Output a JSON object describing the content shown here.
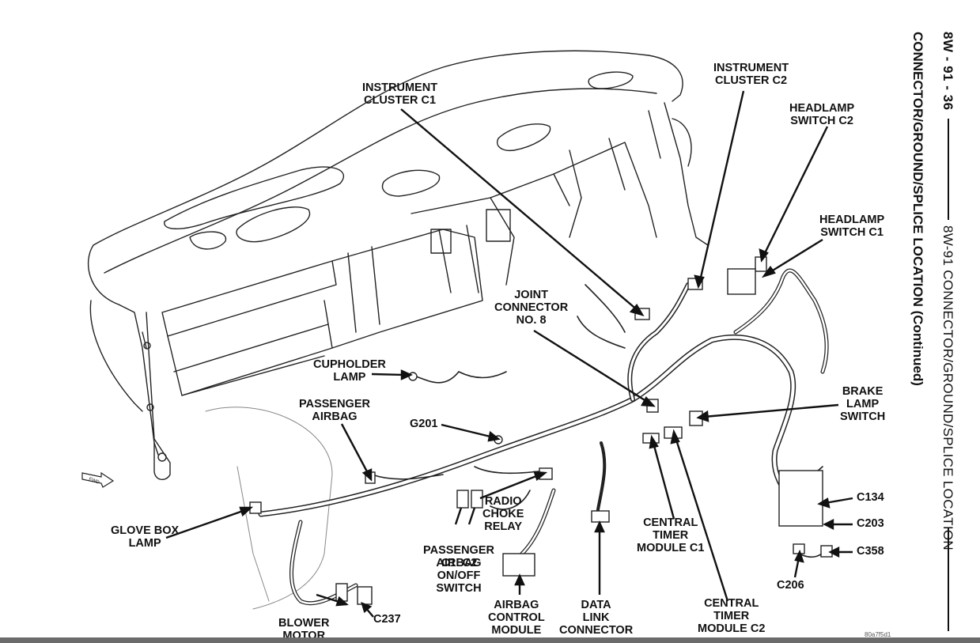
{
  "header": {
    "page_ref": "8W - 91 - 36",
    "section_title": "8W-91 CONNECTOR/GROUND/SPLICE LOCATION",
    "subtitle": "CONNECTOR/GROUND/SPLICE LOCATION (Continued)"
  },
  "figure_id": "80a7f5d1",
  "fwd_label": "FWD",
  "labels": {
    "instrument_cluster_c1": [
      "INSTRUMENT",
      "CLUSTER C1"
    ],
    "instrument_cluster_c2": [
      "INSTRUMENT",
      "CLUSTER C2"
    ],
    "headlamp_switch_c2": [
      "HEADLAMP",
      "SWITCH C2"
    ],
    "headlamp_switch_c1": [
      "HEADLAMP",
      "SWITCH C1"
    ],
    "joint_connector_8": [
      "JOINT",
      "CONNECTOR",
      "NO. 8"
    ],
    "cupholder_lamp": [
      "CUPHOLDER",
      "LAMP"
    ],
    "passenger_airbag": [
      "PASSENGER",
      "AIRBAG"
    ],
    "g201": [
      "G201"
    ],
    "brake_lamp_switch": [
      "BRAKE",
      "LAMP",
      "SWITCH"
    ],
    "radio_choke_relay": [
      "RADIO",
      "CHOKE",
      "RELAY"
    ],
    "c1_c2": [
      "C1  C2"
    ],
    "passenger_airbag_switch": [
      "PASSENGER",
      "AIRBAG",
      "ON/OFF",
      "SWITCH"
    ],
    "glove_box_lamp": [
      "GLOVE BOX",
      "LAMP"
    ],
    "central_timer_c1": [
      "CENTRAL",
      "TIMER",
      "MODULE C1"
    ],
    "central_timer_c2": [
      "CENTRAL",
      "TIMER",
      "MODULE C2"
    ],
    "c134": [
      "C134"
    ],
    "c203": [
      "C203"
    ],
    "c358": [
      "C358"
    ],
    "c206": [
      "C206"
    ],
    "airbag_control_module": [
      "AIRBAG",
      "CONTROL",
      "MODULE"
    ],
    "data_link_connector": [
      "DATA",
      "LINK",
      "CONNECTOR"
    ],
    "blower_motor": [
      "BLOWER",
      "MOTOR"
    ],
    "c237": [
      "C237"
    ]
  }
}
